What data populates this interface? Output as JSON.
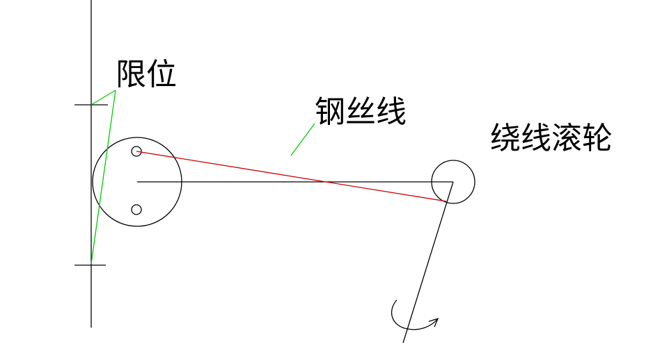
{
  "labels": {
    "limit": "限位",
    "steel_wire": "钢丝线",
    "winding_pulley": "绕线滚轮"
  },
  "colors": {
    "background": "#ffffff",
    "structure": "#000000",
    "wire": "#d00000",
    "leader": "#00cc00"
  }
}
